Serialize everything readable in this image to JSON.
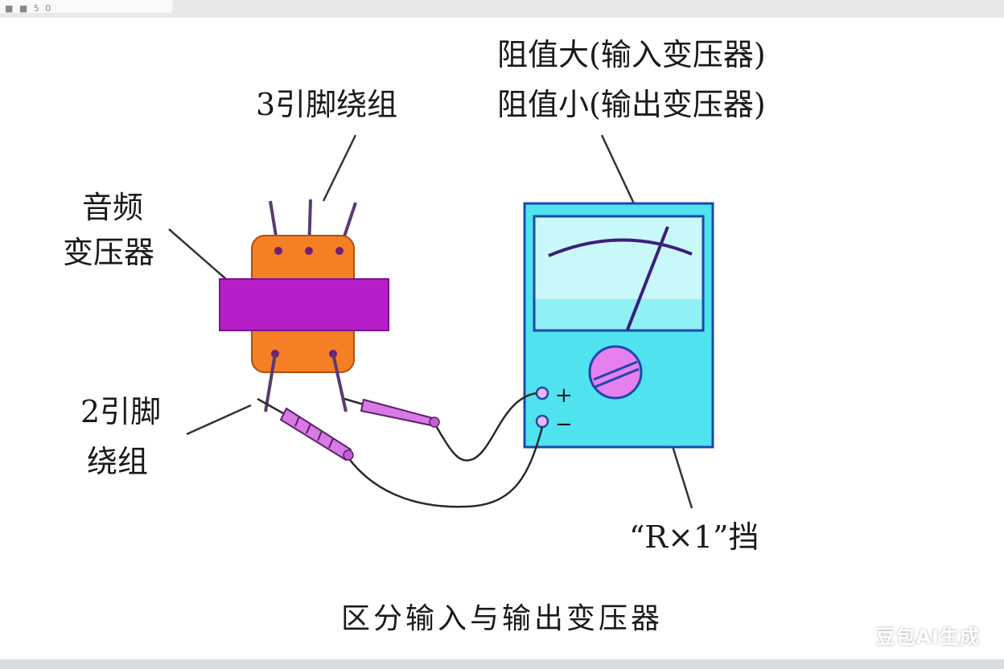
{
  "labels": {
    "audio_transformer_line1": "音频",
    "audio_transformer_line2": "变压器",
    "three_pin_winding": "3引脚绕组",
    "two_pin_winding_line1": "2引脚",
    "two_pin_winding_line2": "绕组",
    "resistance_large": "阻值大(输入变压器)",
    "resistance_small": "阻值小(输出变压器)",
    "range_setting": "“R×1”挡",
    "plus": "+",
    "minus": "−"
  },
  "caption": "区分输入与输出变压器",
  "watermark": "豆包AI生成",
  "topbar": {
    "dots": "■ ■ 5 0"
  },
  "colors": {
    "transformer_body": "#f57f24",
    "transformer_core": "#b61fc8",
    "pin_dot": "#6e1f7a",
    "lead_wire": "#5b3a72",
    "probe": "#d879e6",
    "meter_body": "#4ee3ee",
    "meter_window": "#c9f8fb",
    "meter_outline": "#1f47a8",
    "knob": "#e680ef",
    "needle": "#3b1f7a",
    "text": "#1a1a1a"
  }
}
